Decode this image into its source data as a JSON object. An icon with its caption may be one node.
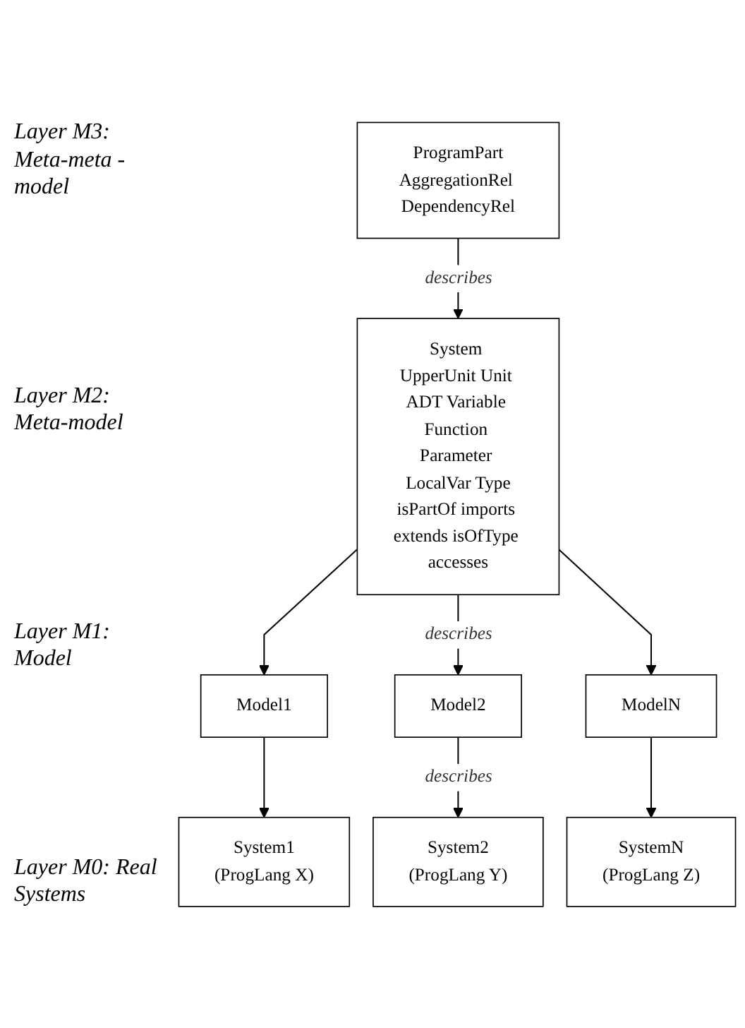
{
  "diagram": {
    "nodes": [
      {
        "text": [
          "ProgramPart",
          "AggregationRel DependencyRel"
        ]
      },
      {
        "text": [
          "System UpperUnit Unit ADT Variable Function Parameter LocalVar Type",
          "isPartOf imports extends isOfType accesses"
        ]
      },
      {
        "text": [
          "Model1"
        ]
      },
      {
        "text": [
          "Model2"
        ]
      },
      {
        "text": [
          "ModelN"
        ]
      },
      {
        "text": [
          "System1",
          "(ProgLang X)"
        ]
      },
      {
        "text": [
          "System2",
          "(ProgLang Y)"
        ]
      },
      {
        "text": [
          "SystemN",
          "(ProgLang Z)"
        ]
      }
    ],
    "edges": [
      {
        "from": 0,
        "to": 1,
        "arrow": "to",
        "label": "describes"
      },
      {
        "from": 1,
        "to": 2,
        "arrow": "to"
      },
      {
        "from": 1,
        "to": 3,
        "arrow": "to",
        "label": "describes"
      },
      {
        "from": 1,
        "to": 4,
        "arrow": "to"
      },
      {
        "from": 2,
        "to": 5,
        "arrow": "to"
      },
      {
        "from": 3,
        "to": 6,
        "arrow": "to",
        "label": "describes"
      },
      {
        "from": 4,
        "to": 7,
        "arrow": "to"
      }
    ],
    "labels": [
      "Layer M3: Meta-meta -model",
      "Layer M2: Meta-model",
      "Layer M1: Model",
      "Layer M0: Real Systems"
    ]
  }
}
